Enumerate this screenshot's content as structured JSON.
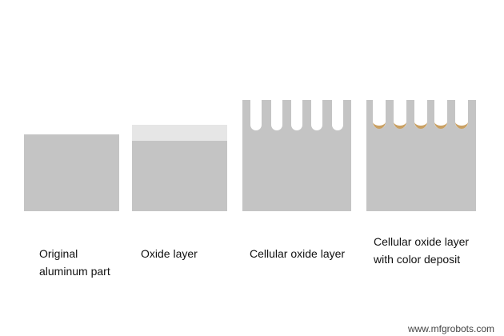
{
  "colors": {
    "aluminum": "#c4c4c4",
    "oxide_layer": "#e6e6e6",
    "color_deposit": "#c9a063",
    "background": "#ffffff"
  },
  "stages": [
    {
      "id": "original",
      "caption_lines": [
        "Original",
        "aluminum part"
      ]
    },
    {
      "id": "oxide",
      "caption_lines": [
        "Oxide layer"
      ]
    },
    {
      "id": "cellular",
      "caption_lines": [
        "Cellular oxide layer"
      ]
    },
    {
      "id": "color",
      "caption_lines": [
        "Cellular oxide layer",
        "with color deposit"
      ]
    }
  ],
  "watermark": "www.mfgrobots.com"
}
